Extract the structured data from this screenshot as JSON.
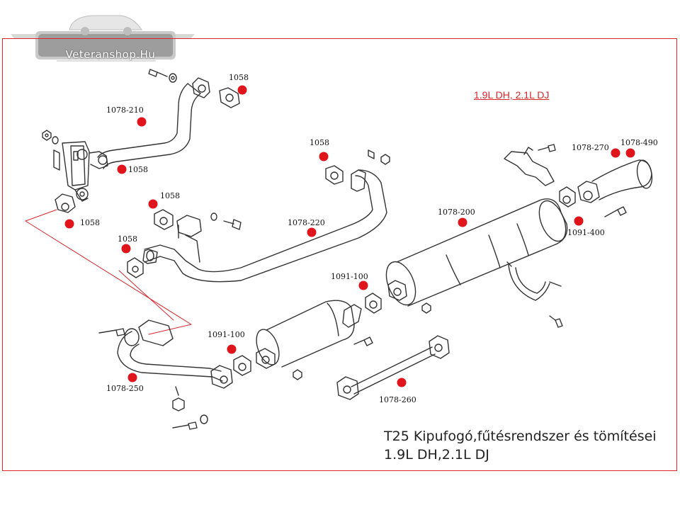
{
  "logo": {
    "text": "Veteranshop.Hu"
  },
  "spec_label": "1.9L DH, 2.1L DJ",
  "caption": {
    "line1": "T25 Kipufogó,fűtésrendszer és tömítései",
    "line2": "1.9L DH,2.1L DJ"
  },
  "parts": [
    {
      "label": "1058"
    },
    {
      "label": "1078-210"
    },
    {
      "label": "1058"
    },
    {
      "label": "1058"
    },
    {
      "label": "1058"
    },
    {
      "label": "1058"
    },
    {
      "label": "1058"
    },
    {
      "label": "1078-220"
    },
    {
      "label": "1078-200"
    },
    {
      "label": "1078-270"
    },
    {
      "label": "1078-490"
    },
    {
      "label": "1091-400"
    },
    {
      "label": "1091-100"
    },
    {
      "label": "1091-100"
    },
    {
      "label": "1078-250"
    },
    {
      "label": "1078-260"
    }
  ],
  "colors": {
    "frame": "#d9262b",
    "marker": "#e0141b",
    "line": "#333333",
    "spec": "#d9262b"
  },
  "icons": [
    "car-silhouette-icon",
    "dowel-icon",
    "bolt-icon",
    "nut-icon",
    "washer-icon"
  ]
}
